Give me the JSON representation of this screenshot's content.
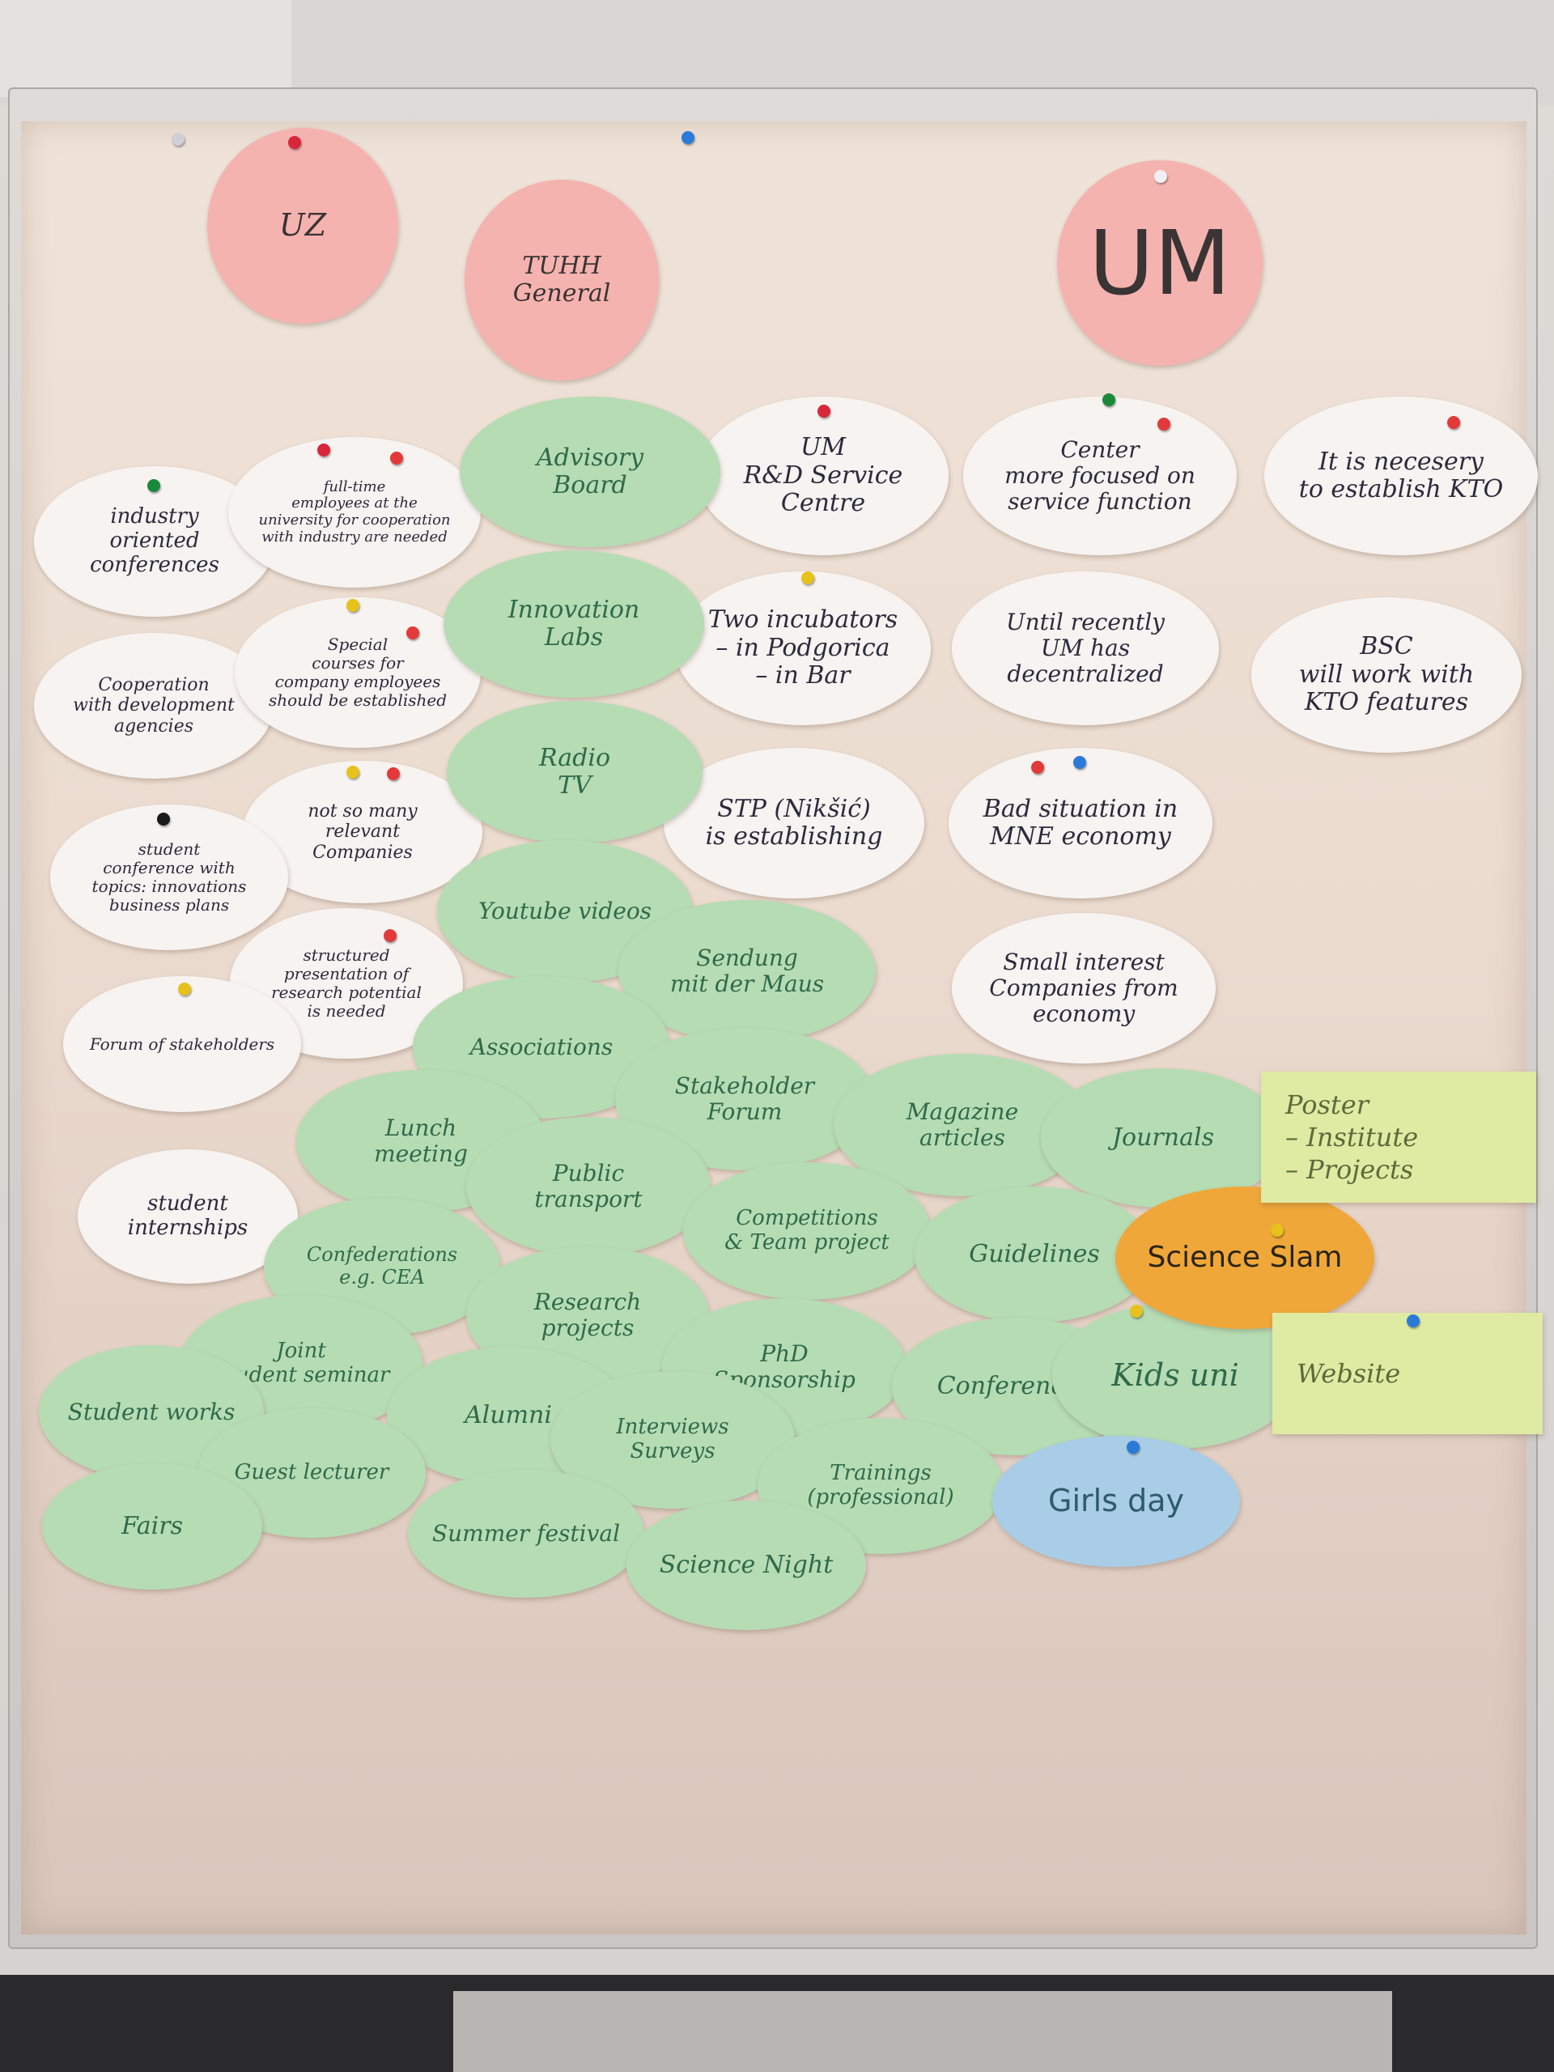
{
  "colors": {
    "pink_card": "#f5b3b0",
    "white_card": "#f7f3f1",
    "green_card": "#b6dcb4",
    "orange_card": "#f0a73a",
    "blue_card": "#a9cde6",
    "yellow_card": "#dfeaa3",
    "board": "#ecdcd0"
  },
  "headers": {
    "uz": "UZ",
    "tuhh": "TUHH\nGeneral",
    "um": "UM"
  },
  "white_cards": {
    "um_rd": "UM\nR&D Service Centre",
    "center": "Center\nmore focused on\nservice function",
    "kto_needed": "It is necesery\nto establish KTO",
    "incubators": "Two incubators\n– in Podgorica\n– in Bar",
    "decentralized": "Until recently\nUM has decentralized",
    "bsc": "BSC\nwill work with\nKTO features",
    "stp": "STP (Nikšić)\nis establishing",
    "bad_situation": "Bad situation in\nMNE economy",
    "small_interest": "Small interest\nCompanies from\neconomy",
    "industry_conf": "industry\noriented\nconferences",
    "full_time": "full-time\nemployees at the\nuniversity for cooperation\nwith industry are needed",
    "cooperation": "Cooperation\nwith development\nagencies",
    "special_courses": "Special\ncourses for\ncompany employees\nshould be established",
    "not_so_many": "not so many\nrelevant\nCompanies",
    "student_conf": "student\nconference with\ntopics: innovations\nbusiness plans",
    "structured": "structured\npresentation of\nresearch potential\nis needed",
    "forum_stakeholders": "Forum of stakeholders",
    "student_internships": "student\ninternships"
  },
  "green_cards": {
    "advisory_board": "Advisory\nBoard",
    "innovation_labs": "Innovation\nLabs",
    "radio_tv": "Radio\nTV",
    "youtube": "Youtube videos",
    "sendung": "Sendung\nmit der Maus",
    "associations": "Associations",
    "stakeholder_forum": "Stakeholder\nForum",
    "magazine": "Magazine\narticles",
    "journals": "Journals",
    "lunch": "Lunch\nmeeting",
    "public_transport": "Public\ntransport",
    "competitions": "Competitions\n& Team project",
    "guidelines": "Guidelines",
    "confederations": "Confederations\ne.g. CEA",
    "research_projects": "Research\nprojects",
    "joint_seminar": "Joint\nStudent seminar",
    "phd": "PhD\nSponsorship",
    "conferences": "Conferences",
    "kids_uni": "Kids uni",
    "student_works": "Student works",
    "alumni": "Alumni",
    "interviews": "Interviews\nSurveys",
    "guest_lecturer": "Guest lecturer",
    "trainings": "Trainings\n(professional)",
    "fairs": "Fairs",
    "summer_festival": "Summer festival",
    "science_night": "Science Night"
  },
  "accent_cards": {
    "science_slam": "Science Slam",
    "girls_day": "Girls day"
  },
  "yellow_cards": {
    "poster": "Poster\n– Institute\n– Projects",
    "website": "Website"
  }
}
